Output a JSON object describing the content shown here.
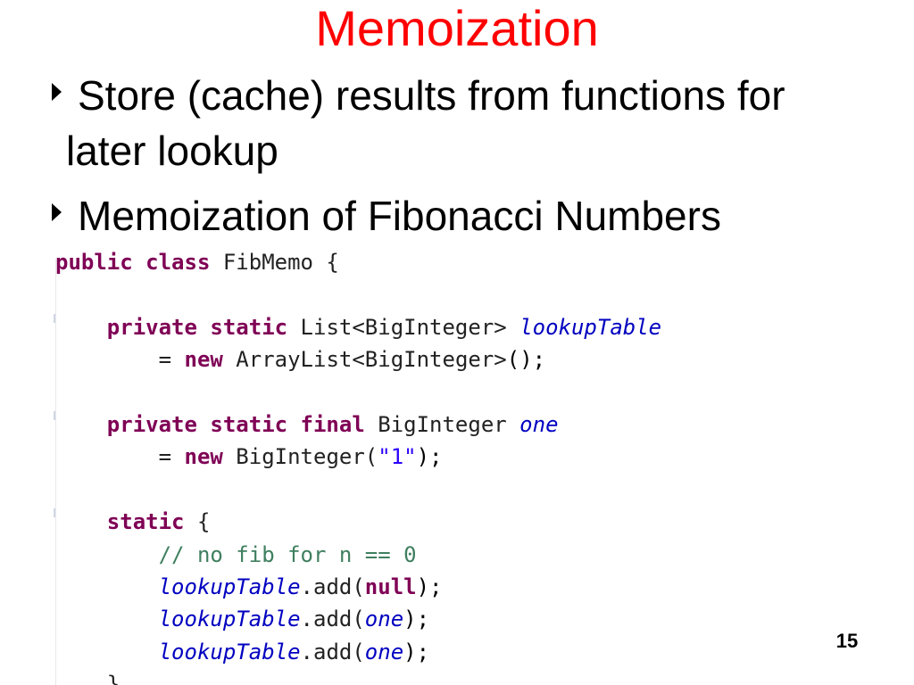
{
  "slide": {
    "title": "Memoization",
    "title_color": "#ff0000",
    "bullets": [
      {
        "line1": "Store (cache) results from functions for",
        "line2": "later lookup"
      },
      {
        "line1": "Memoization of Fibonacci Numbers",
        "line2": ""
      }
    ],
    "page_number": "15"
  },
  "code": {
    "colors": {
      "keyword": "#7f0055",
      "field_italic": "#0000c0",
      "comment": "#3f7f5f",
      "string": "#2a00ff",
      "plain": "#222222"
    },
    "lines": [
      [
        {
          "t": "public class",
          "c": "kw"
        },
        {
          "t": " FibMemo {",
          "c": "pl"
        }
      ],
      [],
      [
        {
          "t": "    ",
          "c": "pl"
        },
        {
          "t": "private static",
          "c": "kw"
        },
        {
          "t": " List<BigInteger> ",
          "c": "pl"
        },
        {
          "t": "lookupTable",
          "c": "it"
        }
      ],
      [
        {
          "t": "        = ",
          "c": "pl"
        },
        {
          "t": "new",
          "c": "kw"
        },
        {
          "t": " ArrayList<BigInteger>",
          "c": "pl"
        },
        {
          "t": "();",
          "c": "pn"
        }
      ],
      [],
      [
        {
          "t": "    ",
          "c": "pl"
        },
        {
          "t": "private static final",
          "c": "kw"
        },
        {
          "t": " BigInteger ",
          "c": "pl"
        },
        {
          "t": "one",
          "c": "it"
        }
      ],
      [
        {
          "t": "        = ",
          "c": "pl"
        },
        {
          "t": "new",
          "c": "kw"
        },
        {
          "t": " BigInteger(",
          "c": "pl"
        },
        {
          "t": "\"1\"",
          "c": "st"
        },
        {
          "t": ");",
          "c": "pn"
        }
      ],
      [],
      [
        {
          "t": "    ",
          "c": "pl"
        },
        {
          "t": "static",
          "c": "kw"
        },
        {
          "t": " {",
          "c": "pl"
        }
      ],
      [
        {
          "t": "        ",
          "c": "pl"
        },
        {
          "t": "// no fib for n == 0",
          "c": "cm"
        }
      ],
      [
        {
          "t": "        ",
          "c": "pl"
        },
        {
          "t": "lookupTable",
          "c": "it"
        },
        {
          "t": ".add(",
          "c": "pl"
        },
        {
          "t": "null",
          "c": "kw"
        },
        {
          "t": ");",
          "c": "pn"
        }
      ],
      [
        {
          "t": "        ",
          "c": "pl"
        },
        {
          "t": "lookupTable",
          "c": "it"
        },
        {
          "t": ".add(",
          "c": "pl"
        },
        {
          "t": "one",
          "c": "it"
        },
        {
          "t": ");",
          "c": "pn"
        }
      ],
      [
        {
          "t": "        ",
          "c": "pl"
        },
        {
          "t": "lookupTable",
          "c": "it"
        },
        {
          "t": ".add(",
          "c": "pl"
        },
        {
          "t": "one",
          "c": "it"
        },
        {
          "t": ");",
          "c": "pn"
        }
      ],
      [
        {
          "t": "    }",
          "c": "pl"
        }
      ]
    ]
  }
}
